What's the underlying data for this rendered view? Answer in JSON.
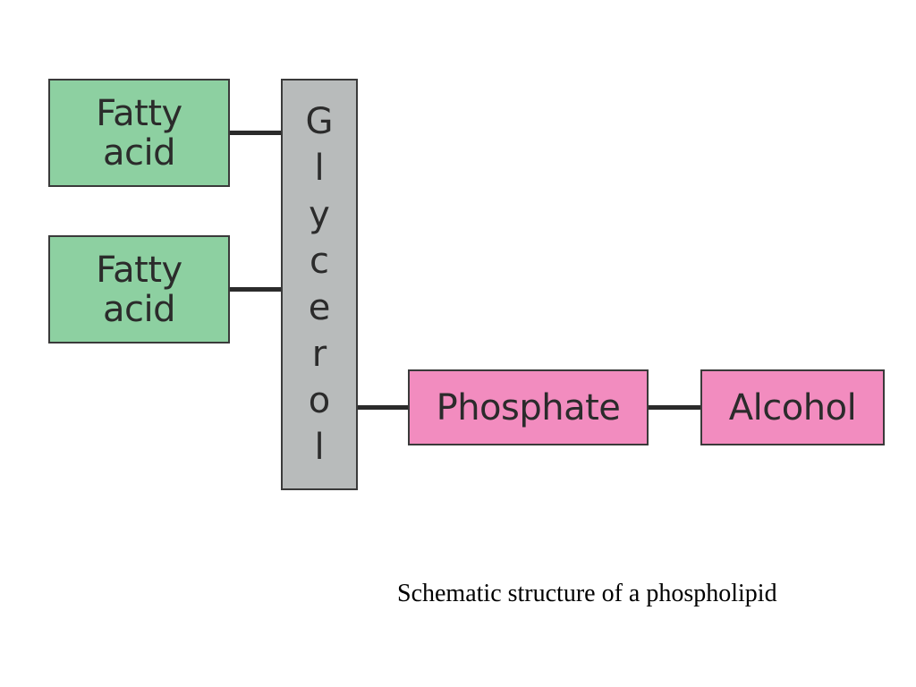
{
  "diagram": {
    "fatty_acid_1": {
      "label": "Fatty\nacid"
    },
    "fatty_acid_2": {
      "label": "Fatty\nacid"
    },
    "glycerol": {
      "letters": [
        "G",
        "l",
        "y",
        "c",
        "e",
        "r",
        "o",
        "l"
      ]
    },
    "phosphate": {
      "label": "Phosphate"
    },
    "alcohol": {
      "label": "Alcohol"
    },
    "caption": "Schematic structure of a phospholipid"
  },
  "colors": {
    "fatty_acid_fill": "#8dd0a1",
    "glycerol_fill": "#b8bbbb",
    "phosphate_alcohol_fill": "#f28cbf",
    "line": "#2b2b2b"
  }
}
